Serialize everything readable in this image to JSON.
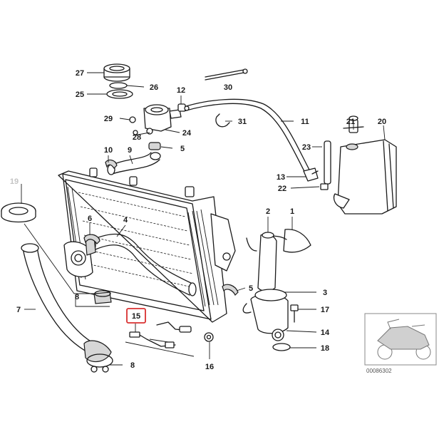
{
  "callouts": {
    "c1": "1",
    "c2": "2",
    "c3": "3",
    "c4": "4",
    "c5a": "5",
    "c5b": "5",
    "c6": "6",
    "c7": "7",
    "c8a": "8",
    "c8b": "8",
    "c9": "9",
    "c10": "10",
    "c11": "11",
    "c12": "12",
    "c13": "13",
    "c14": "14",
    "c15": "15",
    "c16": "16",
    "c17": "17",
    "c18": "18",
    "c19": "19",
    "c20": "20",
    "c21": "21",
    "c22": "22",
    "c23": "23",
    "c24": "24",
    "c25": "25",
    "c26": "26",
    "c27": "27",
    "c28": "28",
    "c29": "29",
    "c30": "30",
    "c31": "31"
  },
  "highlighted_callout": "15",
  "highlight_color": "#d93030",
  "inactive_callout": "19",
  "inactive_color": "#c4c4c4",
  "inset": {
    "reference": "00086302",
    "icon": "motorcycle-icon"
  }
}
